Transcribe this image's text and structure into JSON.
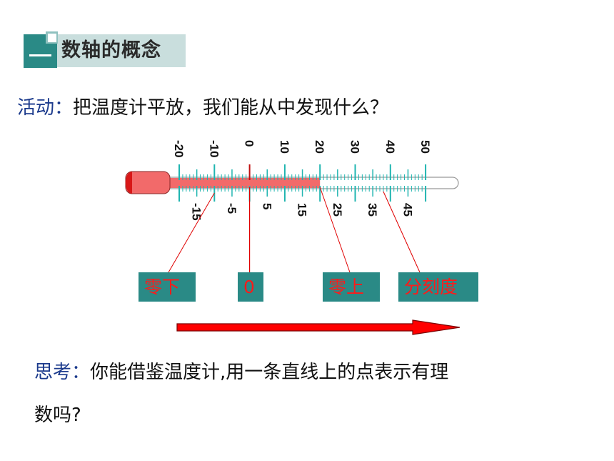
{
  "header": {
    "title": "数轴的概念",
    "badge_glyph": "一"
  },
  "activity": {
    "prefix": "活动：",
    "text": "把温度计平放，我们能从中发现什么？"
  },
  "thermometer": {
    "scale_min": -20,
    "scale_max": 50,
    "mercury_level": 20,
    "top_tick_labels": [
      "-20",
      "-10",
      "0",
      "10",
      "20",
      "30",
      "40",
      "50"
    ],
    "bottom_tick_labels": [
      "-15",
      "-5",
      "5",
      "15",
      "25",
      "35",
      "45"
    ],
    "colors": {
      "mercury": "#f26a6a",
      "bulb": "#d81818",
      "ticks": "#1fb5b0",
      "zero_tick": "#c01010",
      "pointer": "#e00000"
    }
  },
  "labels": {
    "below_zero": "零下",
    "zero": "0",
    "above_zero": "零上",
    "graduation": "分刻度"
  },
  "think": {
    "prefix": "思考：",
    "text": "你能借鉴温度计,用一条直线上的点表示有理",
    "text_line2": "数吗?"
  },
  "colors": {
    "teal": "#2a8a86",
    "teal_light": "#c9dedd",
    "prefix_blue": "#1b3a8c",
    "label_red": "#ff1a1a",
    "arrow_red": "#ff0000"
  }
}
